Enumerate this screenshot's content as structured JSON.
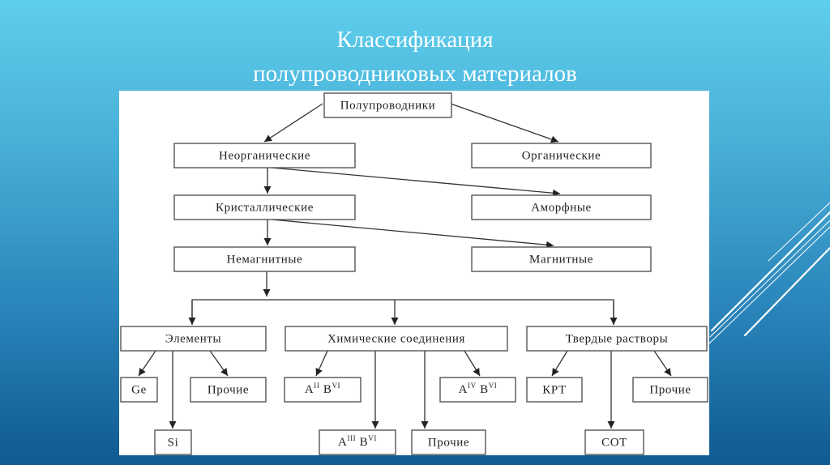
{
  "slide": {
    "title_line1": "Классификация",
    "title_line2": "полупроводниковых материалов"
  },
  "diagram": {
    "nodes": [
      {
        "id": "semiconductors",
        "label": "Полупроводники"
      },
      {
        "id": "inorganic",
        "label": "Неорганические"
      },
      {
        "id": "organic",
        "label": "Органические"
      },
      {
        "id": "crystalline",
        "label": "Кристаллические"
      },
      {
        "id": "amorphous",
        "label": "Аморфные"
      },
      {
        "id": "nonmagnetic",
        "label": "Немагнитные"
      },
      {
        "id": "magnetic",
        "label": "Магнитные"
      },
      {
        "id": "elements",
        "label": "Элементы"
      },
      {
        "id": "compounds",
        "label": "Химические соединения"
      },
      {
        "id": "solid_solutions",
        "label": "Твердые растворы"
      },
      {
        "id": "ge",
        "label": "Ge"
      },
      {
        "id": "si",
        "label": "Si"
      },
      {
        "id": "elements_other",
        "label": "Прочие"
      },
      {
        "id": "a2b6",
        "label": "A",
        "sup1": "II",
        "mid": "B",
        "sup2": "VI"
      },
      {
        "id": "a3b6",
        "label": "A",
        "sup1": "III",
        "mid": "B",
        "sup2": "VI"
      },
      {
        "id": "compounds_other",
        "label": "Прочие"
      },
      {
        "id": "a4b6",
        "label": "A",
        "sup1": "IV",
        "mid": "B",
        "sup2": "VI"
      },
      {
        "id": "krt",
        "label": "КРТ"
      },
      {
        "id": "sot",
        "label": "СОТ"
      },
      {
        "id": "solutions_other",
        "label": "Прочие"
      }
    ],
    "edges": [
      [
        "semiconductors",
        "inorganic"
      ],
      [
        "semiconductors",
        "organic"
      ],
      [
        "inorganic",
        "crystalline"
      ],
      [
        "inorganic",
        "amorphous"
      ],
      [
        "crystalline",
        "nonmagnetic"
      ],
      [
        "crystalline",
        "magnetic"
      ],
      [
        "nonmagnetic",
        "elements"
      ],
      [
        "nonmagnetic",
        "compounds"
      ],
      [
        "nonmagnetic",
        "solid_solutions"
      ],
      [
        "elements",
        "ge"
      ],
      [
        "elements",
        "si"
      ],
      [
        "elements",
        "elements_other"
      ],
      [
        "compounds",
        "a2b6"
      ],
      [
        "compounds",
        "a3b6"
      ],
      [
        "compounds",
        "compounds_other"
      ],
      [
        "compounds",
        "a4b6"
      ],
      [
        "solid_solutions",
        "krt"
      ],
      [
        "solid_solutions",
        "sot"
      ],
      [
        "solid_solutions",
        "solutions_other"
      ]
    ]
  }
}
